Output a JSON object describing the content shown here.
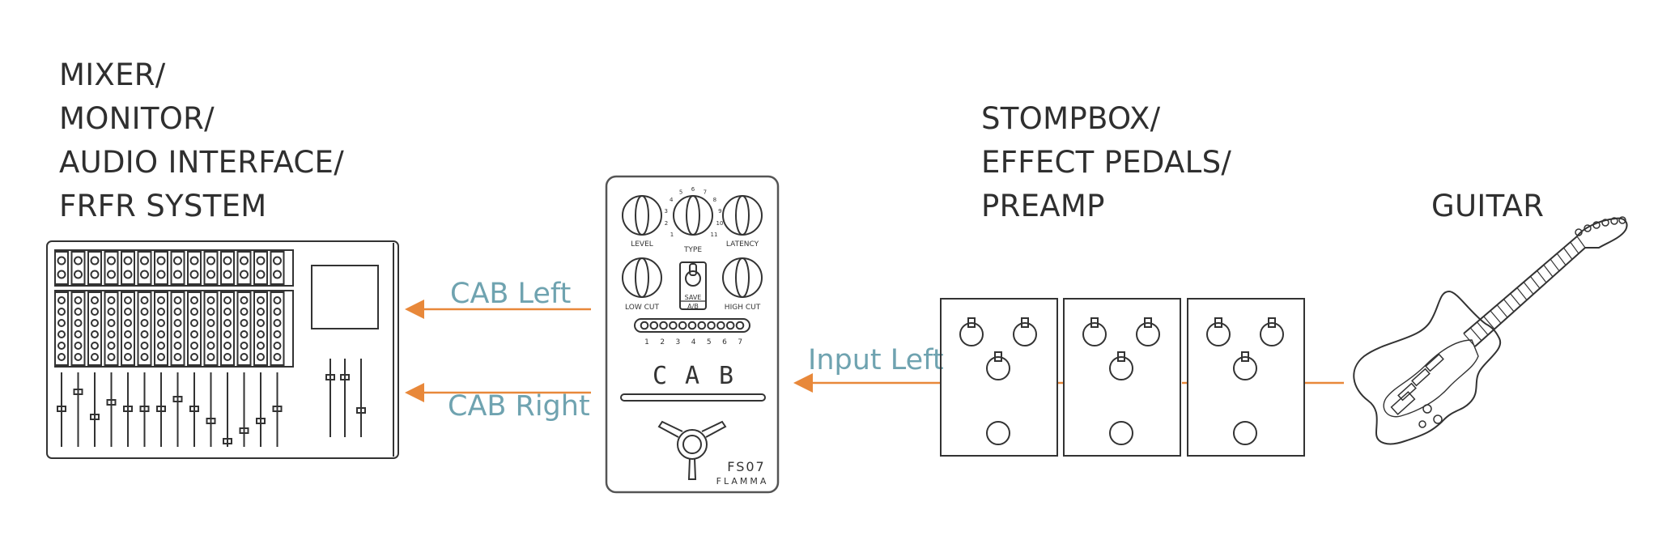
{
  "labels": {
    "mixer": [
      "MIXER/",
      "MONITOR/",
      "AUDIO INTERFACE/",
      "FRFR SYSTEM"
    ],
    "stompbox": [
      "STOMPBOX/",
      "EFFECT PEDALS/",
      "PREAMP"
    ],
    "guitar": "GUITAR"
  },
  "connections": {
    "cab_left": "CAB Left",
    "cab_right": "CAB Right",
    "input_left": "Input Left"
  },
  "pedal": {
    "knobs": [
      "LEVEL",
      "TYPE",
      "LATENCY",
      "LOW CUT",
      "HIGH CUT"
    ],
    "type_numbers": [
      "1",
      "2",
      "3",
      "4",
      "5",
      "6",
      "7",
      "8",
      "9",
      "10",
      "11"
    ],
    "switch_labels": [
      "SAVE",
      "A/B"
    ],
    "led_numbers": [
      "1",
      "2",
      "3",
      "4",
      "5",
      "6",
      "7"
    ],
    "name_letters": [
      "C",
      "A",
      "B"
    ],
    "model": "FS07",
    "brand": "FLAMMA"
  },
  "colors": {
    "line": "#333333",
    "arrow": "#e8883a",
    "connection_text": "#6fa3b0"
  }
}
